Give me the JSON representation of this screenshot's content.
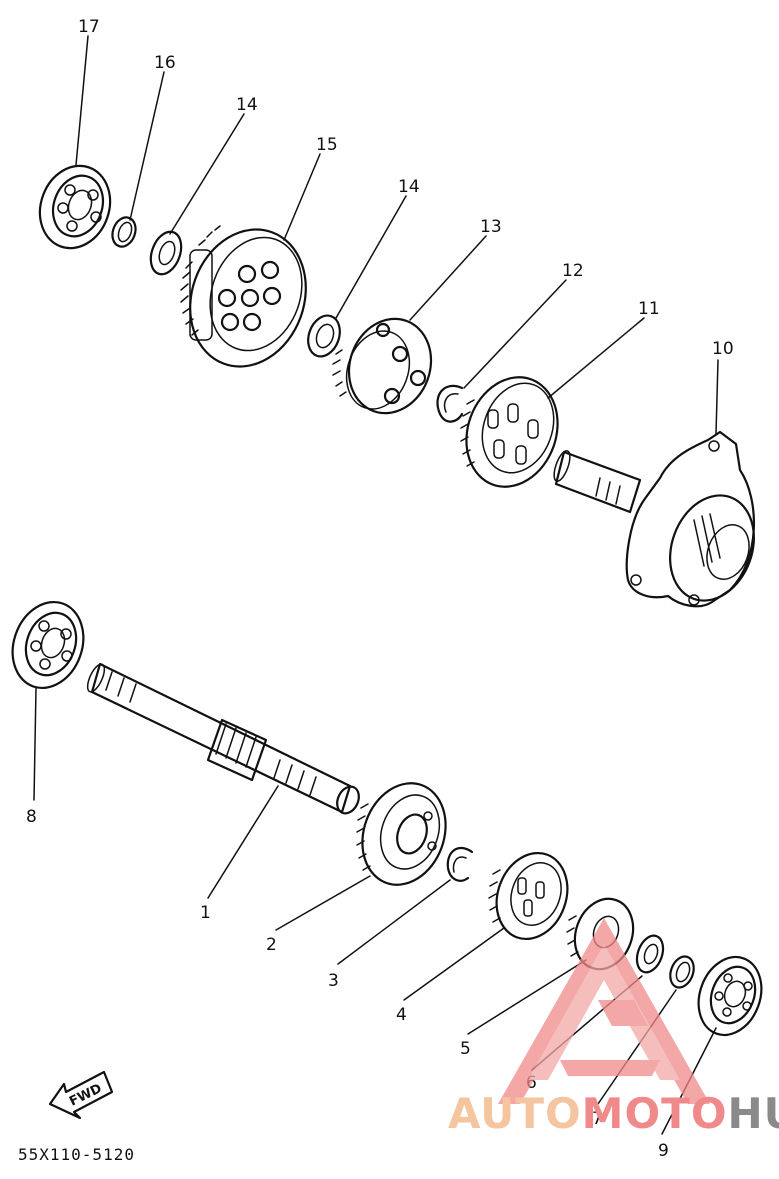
{
  "callouts": [
    "1",
    "2",
    "3",
    "4",
    "5",
    "6",
    "7",
    "8",
    "9",
    "10",
    "11",
    "12",
    "13",
    "14",
    "14",
    "15",
    "16",
    "17"
  ],
  "diagram_code": "55X110-5120",
  "fwd_label": "FWD",
  "watermark": {
    "part1": "AUTO",
    "part2": "MOTO",
    "part3": "HUB",
    "color1": "#f5c5a0",
    "color2": "#f08a8a",
    "color3": "#8a8a8a"
  }
}
